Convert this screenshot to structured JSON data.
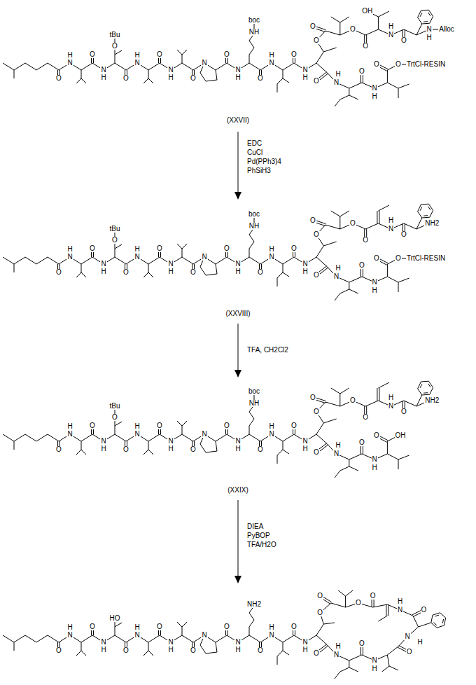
{
  "diagram": {
    "labels": [
      "O",
      "N",
      "H",
      "O",
      "N",
      "H",
      "O",
      "tBu",
      "O",
      "N",
      "H",
      "O",
      "N",
      "H",
      "O",
      "N",
      "O",
      "N",
      "H",
      "NH",
      "boc",
      "O",
      "N",
      "H",
      "O",
      "N",
      "H",
      "O",
      "O",
      "O",
      "O",
      "OH",
      "N",
      "H",
      "O",
      "N",
      "H",
      "Alloc",
      "O",
      "N",
      "H",
      "O",
      "N",
      "H",
      "O",
      "O",
      "TrtCl-RESIN",
      "(XXVII)",
      "EDC",
      "CuCl",
      "Pd(PPh3)4",
      "PhSiH3",
      "O",
      "N",
      "H",
      "O",
      "N",
      "H",
      "O",
      "tBu",
      "O",
      "N",
      "H",
      "O",
      "N",
      "H",
      "O",
      "N",
      "O",
      "N",
      "H",
      "NH",
      "boc",
      "O",
      "N",
      "H",
      "O",
      "N",
      "H",
      "O",
      "O",
      "O",
      "O",
      "N",
      "H",
      "O",
      "NH2",
      "O",
      "N",
      "H",
      "O",
      "N",
      "H",
      "O",
      "O",
      "TrtCl-RESIN",
      "(XXVIII)",
      "TFA, CH2Cl2",
      "O",
      "N",
      "H",
      "O",
      "N",
      "H",
      "O",
      "tBu",
      "O",
      "N",
      "H",
      "O",
      "N",
      "H",
      "O",
      "N",
      "O",
      "N",
      "H",
      "NH",
      "boc",
      "O",
      "N",
      "H",
      "O",
      "N",
      "H",
      "O",
      "O",
      "O",
      "O",
      "N",
      "H",
      "O",
      "NH2",
      "O",
      "N",
      "H",
      "O",
      "N",
      "H",
      "O",
      "OH",
      "(XXIX)",
      "DIEA",
      "PyBOP",
      "TFA/H2O",
      "O",
      "N",
      "H",
      "O",
      "N",
      "H",
      "HO",
      "O",
      "N",
      "H",
      "O",
      "N",
      "H",
      "O",
      "N",
      "O",
      "N",
      "H",
      "NH2",
      "O",
      "N",
      "H",
      "O",
      "N",
      "H",
      "O",
      "O",
      "O",
      "O",
      "N",
      "H",
      "O",
      "N",
      "H",
      "O",
      "N",
      "H",
      "O",
      "N",
      "H",
      "O"
    ]
  }
}
